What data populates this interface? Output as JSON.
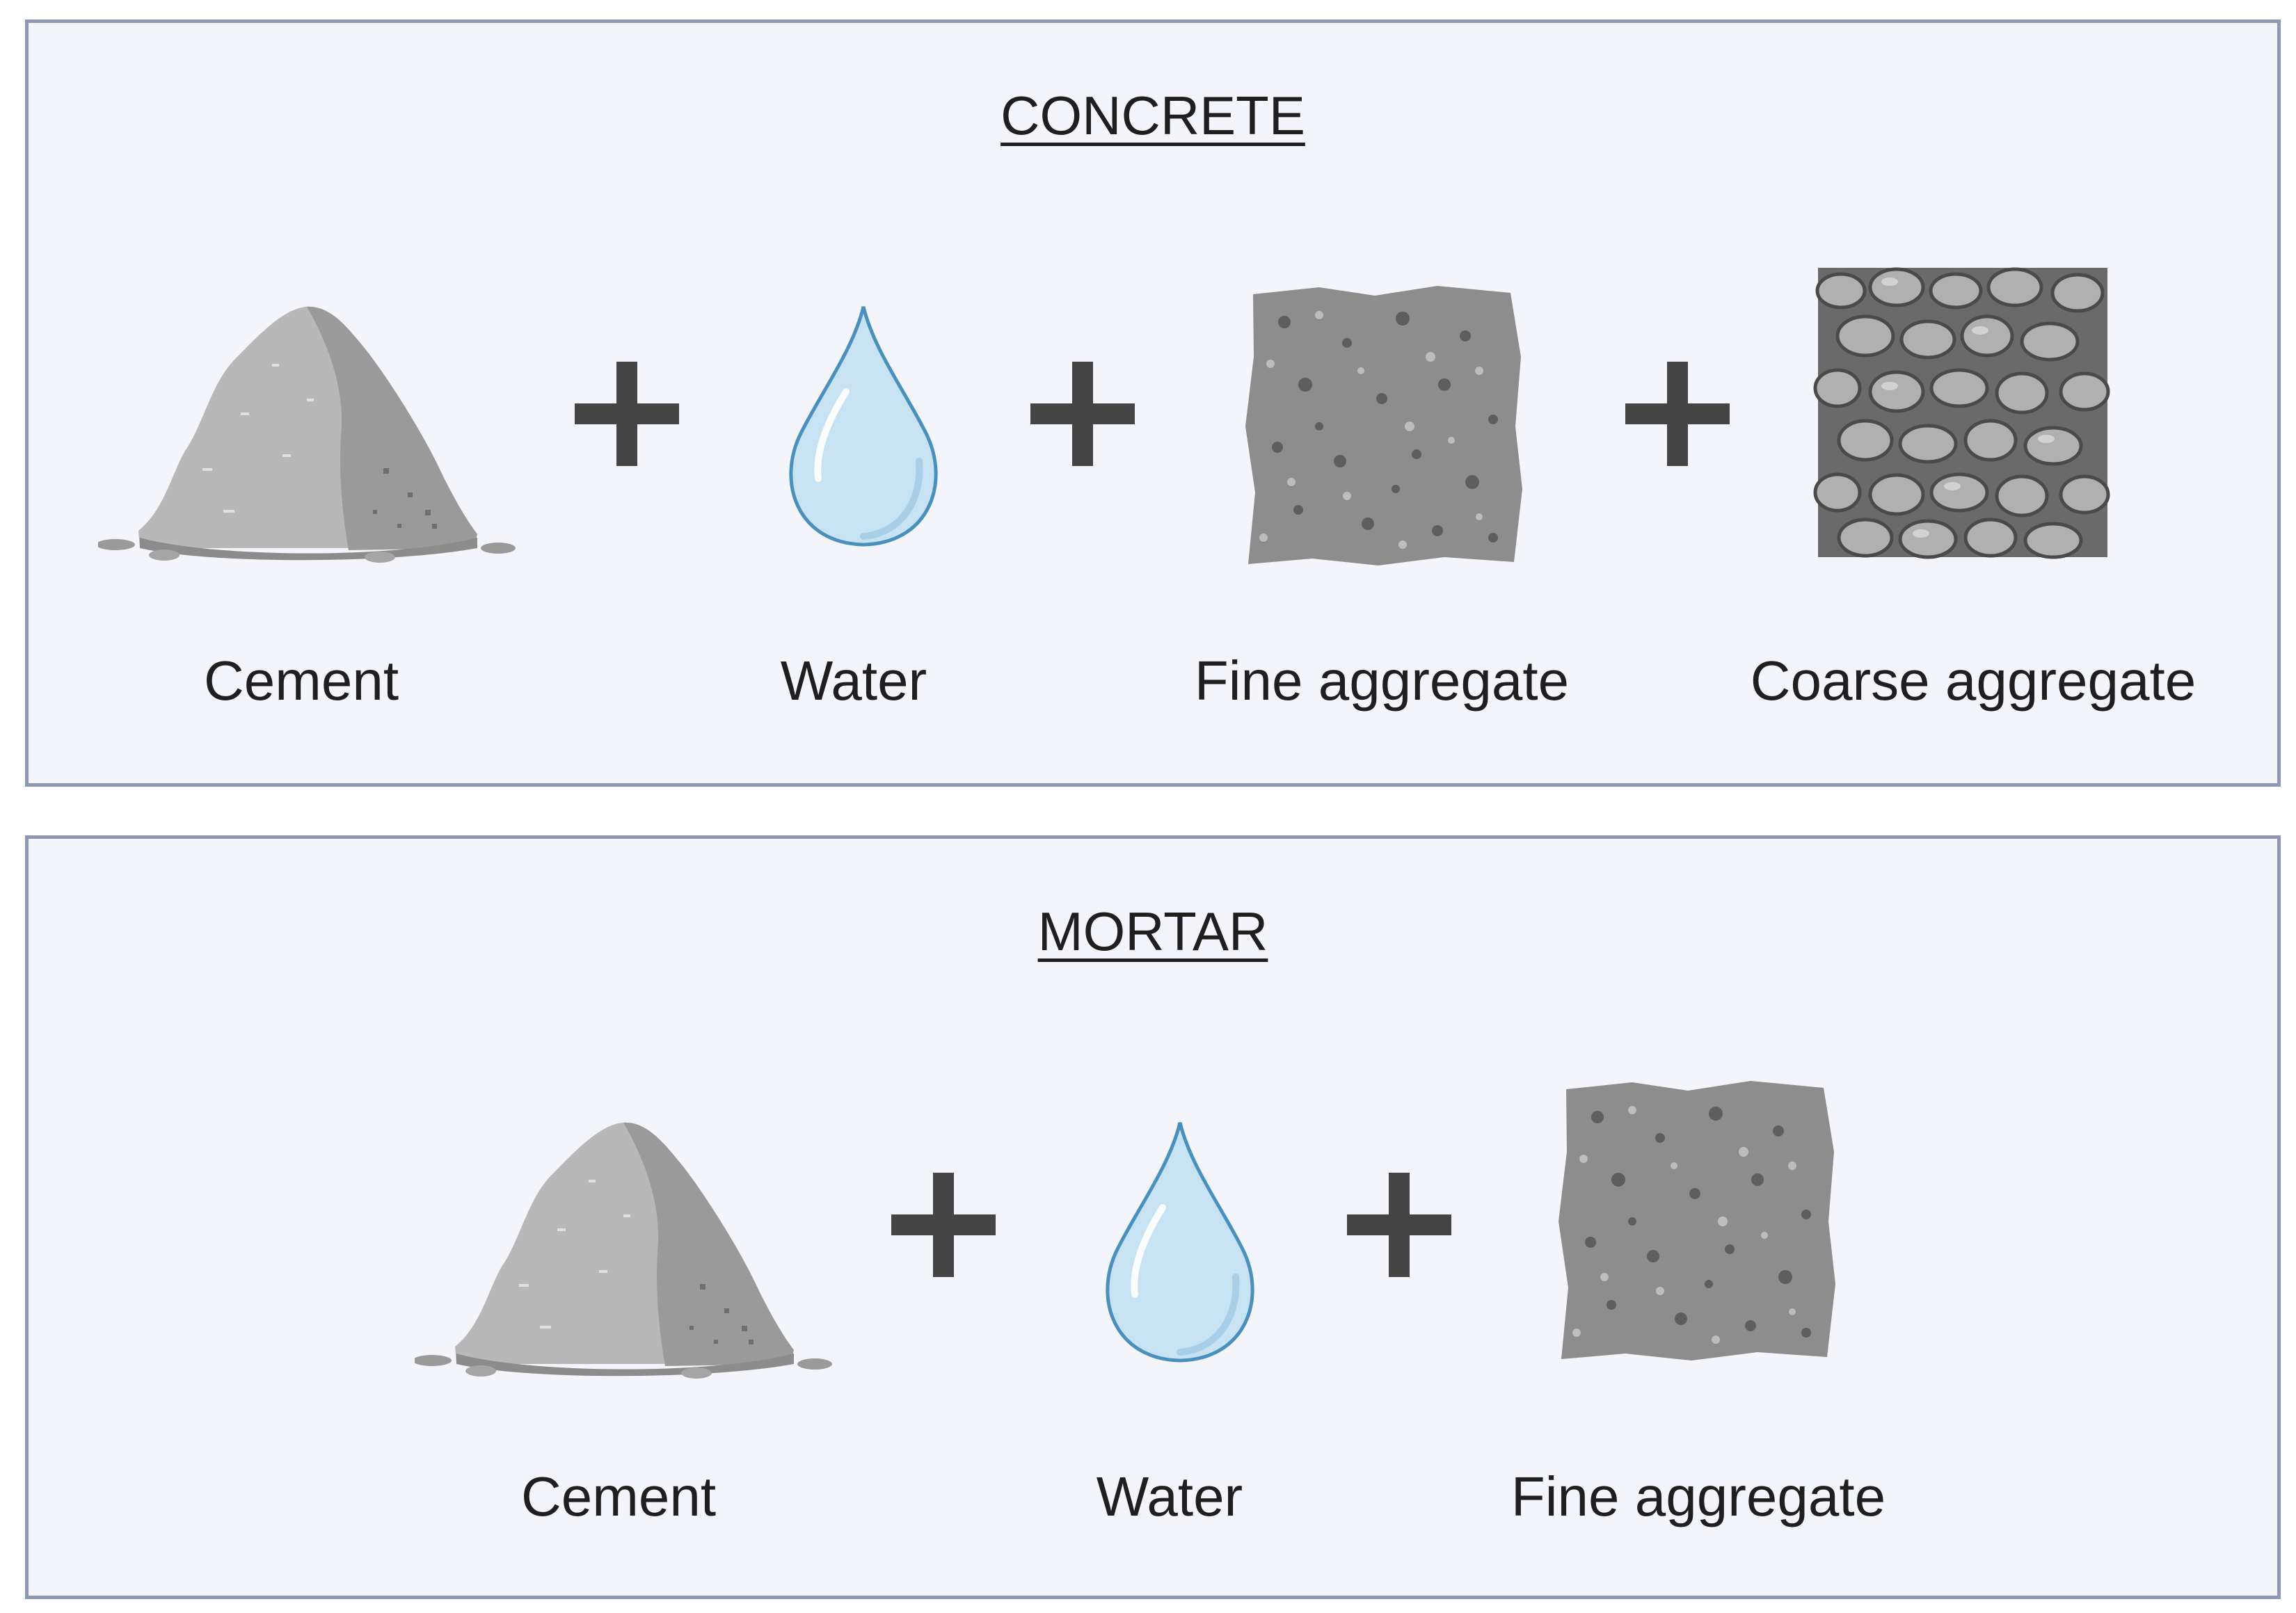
{
  "diagram": {
    "concrete": {
      "title": "CONCRETE",
      "items": [
        {
          "label": "Cement",
          "icon": "cement-pile-icon"
        },
        {
          "label": "Water",
          "icon": "water-drop-icon"
        },
        {
          "label": "Fine aggregate",
          "icon": "fine-aggregate-icon"
        },
        {
          "label": "Coarse aggregate",
          "icon": "coarse-aggregate-icon"
        }
      ]
    },
    "mortar": {
      "title": "MORTAR",
      "items": [
        {
          "label": "Cement",
          "icon": "cement-pile-icon"
        },
        {
          "label": "Water",
          "icon": "water-drop-icon"
        },
        {
          "label": "Fine aggregate",
          "icon": "fine-aggregate-icon"
        }
      ]
    },
    "colors": {
      "panel_bg": "#f4f5fa",
      "panel_border": "#8e98b4",
      "plus": "#444444",
      "water": "#c6e2f3",
      "cement": "#b5b5b5"
    }
  }
}
